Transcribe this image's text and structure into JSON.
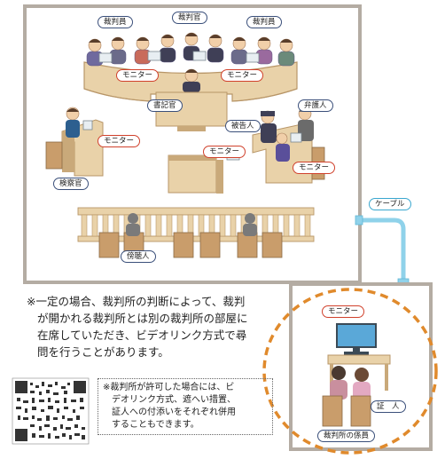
{
  "labels": {
    "judges_left": "裁判員",
    "judge": "裁判官",
    "judges_right": "裁判員",
    "monitor_bench_left": "モニター",
    "monitor_bench_right": "モニター",
    "clerk": "書記官",
    "defense": "弁護人",
    "defendant": "被告人",
    "monitor_prosecutor": "モニター",
    "monitor_center": "モニター",
    "monitor_defense": "モニター",
    "prosecutor": "検察官",
    "gallery": "傍聴人",
    "cable": "ケーブル",
    "monitor_remote": "モニター",
    "witness": "証　人",
    "court_staff": "裁判所の係員"
  },
  "notes": {
    "main_line1": "※一定の場合、裁判所の判断によって、裁判",
    "main_line2": "が開かれる裁判所とは別の裁判所の部屋に",
    "main_line3": "在席していただき、ビデオリンク方式で尋",
    "main_line4": "問を行うことがあります。",
    "sub_line1": "※裁判所が許可した場合には、ビ",
    "sub_line2": "デオリンク方式、遮へい措置、",
    "sub_line3": "証人への付添いをそれぞれ併用",
    "sub_line4": "することもできます。"
  },
  "colors": {
    "frame": "#b4aca3",
    "desk": "#e9d2a9",
    "desk_dark": "#c9a97a",
    "wood": "#c99d6b",
    "cable": "#8fd2ea",
    "dashed_circle": "#e08a2c",
    "monitor_outline": "#d0412c",
    "label_outline": "#3a4f7a",
    "screen": "#5aa8d8"
  }
}
